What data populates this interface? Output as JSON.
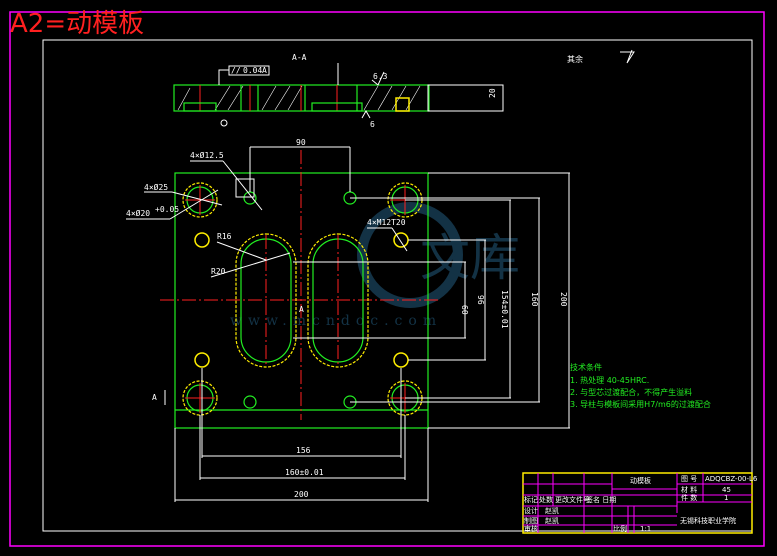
{
  "title": "A2=动模板",
  "section": {
    "label": "A-A",
    "tolerance_symbol": "//",
    "tolerance_value": "0.04",
    "datum": "A",
    "roughness_top": "6.3",
    "roughness_bottom": "6",
    "thickness": "20"
  },
  "roughness_note": "其余",
  "callouts": {
    "hole_125": "4×Ø12.5",
    "hole_25": "4×Ø25",
    "hole_20": "4×Ø20",
    "hole_20_tol": "+0.05",
    "thread": "4×M12T20",
    "r16": "R16",
    "r20": "R20",
    "section_mark": "A"
  },
  "dimensions": {
    "top_90": "90",
    "v60": "60",
    "v96": "96",
    "v154": "154±0.01",
    "v160": "160",
    "v200": "200",
    "h156": "156",
    "h160": "160±0.01",
    "h200": "200"
  },
  "tech_requirements": {
    "heading": "技术条件",
    "items": [
      "1. 热处理 40-45HRC.",
      "2. 与型芯过渡配合，不得产生溢料",
      "3. 导柱与模板间采用H7/m6的过渡配合"
    ]
  },
  "title_block": {
    "part_name": "动模板",
    "drawing_no_label": "图 号",
    "drawing_no": "ADQCBZ-00-L6",
    "material_label": "材 料",
    "material": "45",
    "quantity_label": "件 数",
    "quantity": "1",
    "school": "无锡科技职业学院",
    "headers": [
      "标记",
      "处数",
      "更改文件号",
      "签名 日期"
    ],
    "design_label": "设计",
    "designer": "赵凯",
    "drawn_label": "制图",
    "drawer": "赵凯",
    "check_label": "审核",
    "scale_label": "比例",
    "scale": "1:1"
  },
  "watermark": {
    "logo_text": "文库",
    "url": "www.mcndoc.com"
  }
}
